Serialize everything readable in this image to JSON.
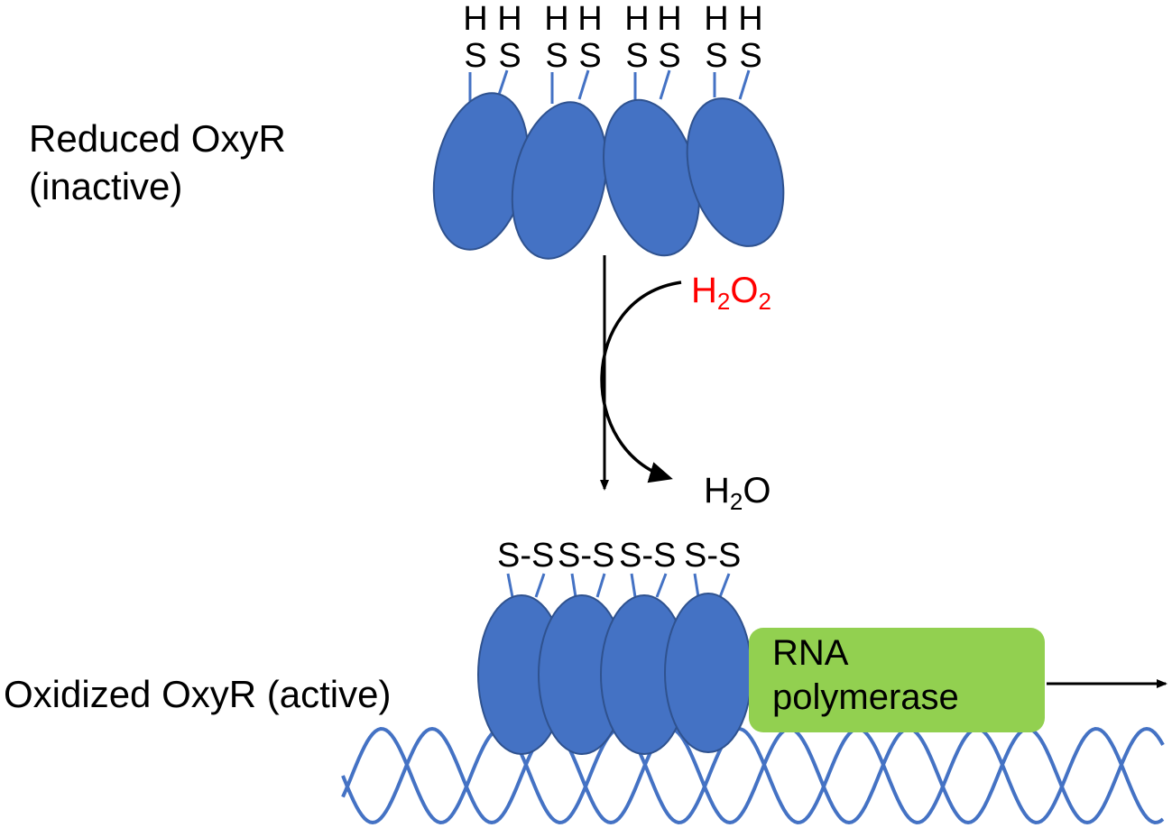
{
  "labels": {
    "reduced_line1": "Reduced OxyR",
    "reduced_line2": "(inactive)",
    "oxidized": "Oxidized OxyR (active)"
  },
  "reagents": {
    "h2o2": {
      "h1": "H",
      "sub1": "2",
      "o": "O",
      "sub2": "2"
    },
    "h2o": {
      "h1": "H",
      "sub1": "2",
      "o": "O"
    }
  },
  "thiol_groups": {
    "h": "H",
    "s": "S"
  },
  "disulfides": [
    "S-S",
    "S-S",
    "S-S",
    "S-S"
  ],
  "rna_polymerase": {
    "line1": "RNA",
    "line2": "polymerase"
  },
  "colors": {
    "protein_fill": "#4472c4",
    "protein_stroke": "#2f528f",
    "rna_polymerase_fill": "#92d050",
    "dna": "#4472c4",
    "h2o2_text": "#ff0000"
  }
}
